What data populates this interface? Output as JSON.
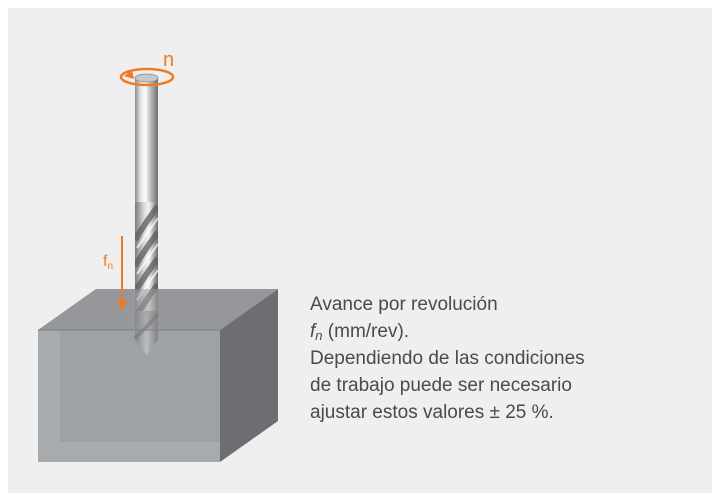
{
  "diagram": {
    "rotation_label": "n",
    "feed_label": {
      "symbol": "f",
      "subscript": "n"
    },
    "colors": {
      "background": "#efefef",
      "accent": "#f07a22",
      "block_top": "#8f9194",
      "block_front": "#9a9c9f",
      "block_side": "#6c6e71",
      "text": "#4a4a4a"
    },
    "icons": [
      "rotation-arrow-icon",
      "feed-arrow-icon",
      "drill-bit-icon"
    ]
  },
  "caption": {
    "line1": "Avance por revolución",
    "line2_symbol": "f",
    "line2_subscript": "n",
    "line2_rest": " (mm/rev).",
    "line3": "Dependiendo de las condiciones",
    "line4": "de trabajo puede ser necesario",
    "line5": "ajustar estos valores ± 25 %."
  }
}
